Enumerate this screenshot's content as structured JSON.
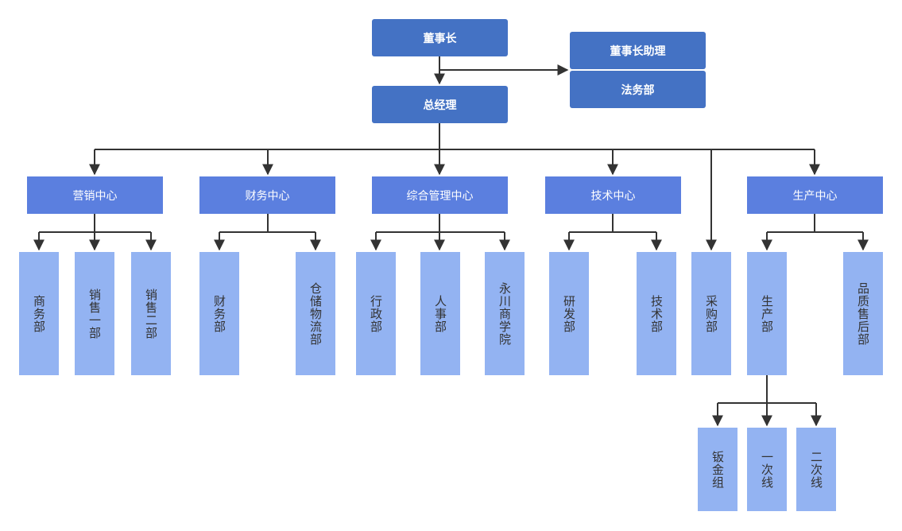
{
  "org": {
    "chairman": "董事长",
    "assistant": "董事长助理",
    "legal": "法务部",
    "gm": "总经理",
    "centers": {
      "marketing": "营销中心",
      "finance": "财务中心",
      "admin": "综合管理中心",
      "tech": "技术中心",
      "production": "生产中心"
    },
    "depts": {
      "business": "商务部",
      "sales1": "销售一部",
      "sales2": "销售二部",
      "finance": "财务部",
      "warehouse": "仓储物流部",
      "administration": "行政部",
      "hr": "人事部",
      "academy": "永川商学院",
      "rnd": "研发部",
      "technical": "技术部",
      "purchasing": "采购部",
      "production": "生产部",
      "quality": "品质售后部"
    },
    "groups": {
      "sheetmetal": "钣金组",
      "primary": "一次线",
      "secondary": "二次线"
    }
  }
}
